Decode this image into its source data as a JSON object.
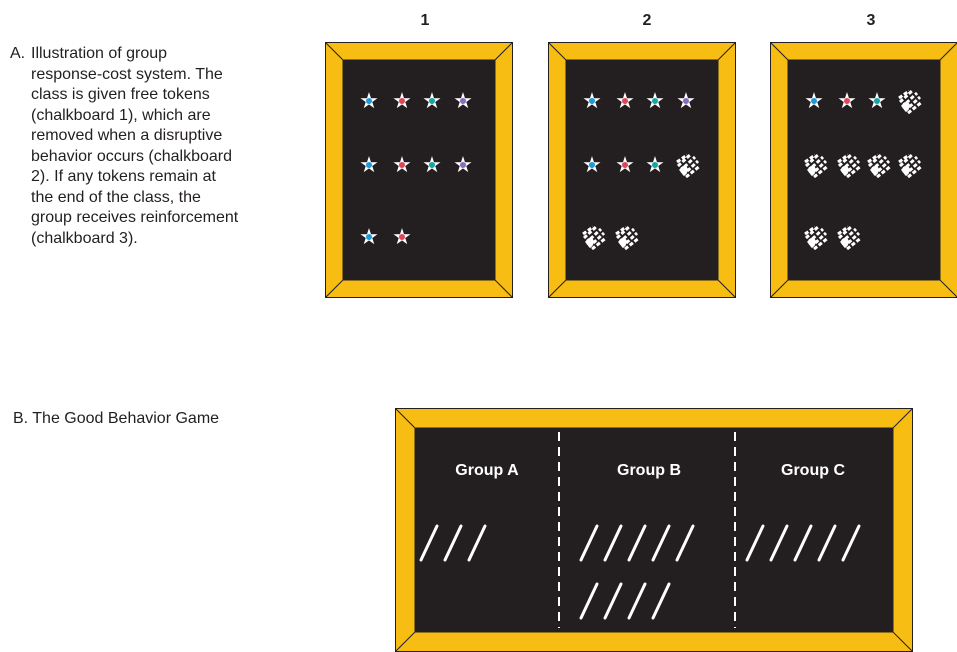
{
  "section_a": {
    "label": "A.",
    "caption_lines": [
      "Illustration of group",
      "response-cost system.  The",
      "class is given free tokens",
      "(chalkboard 1), which are",
      "removed when  a disruptive",
      "behavior occurs (chalkboard",
      "2).  If any tokens remain at",
      "the end of the class, the",
      "group receives reinforcement",
      "(chalkboard 3)."
    ],
    "boards": [
      {
        "number": "1"
      },
      {
        "number": "2"
      },
      {
        "number": "3"
      }
    ]
  },
  "section_b": {
    "caption": "B. The Good Behavior Game",
    "groups": [
      {
        "name": "Group A",
        "tally": 3
      },
      {
        "name": "Group B",
        "tally": 9
      },
      {
        "name": "Group C",
        "tally": 5
      }
    ]
  },
  "colors": {
    "frame": "#f7bd13",
    "frame_edge": "#231f20",
    "board": "#231f20",
    "token_blue": "#1a9ad6",
    "token_red": "#e0455a",
    "token_teal": "#12a7a0",
    "token_purple": "#8a6bbf"
  }
}
